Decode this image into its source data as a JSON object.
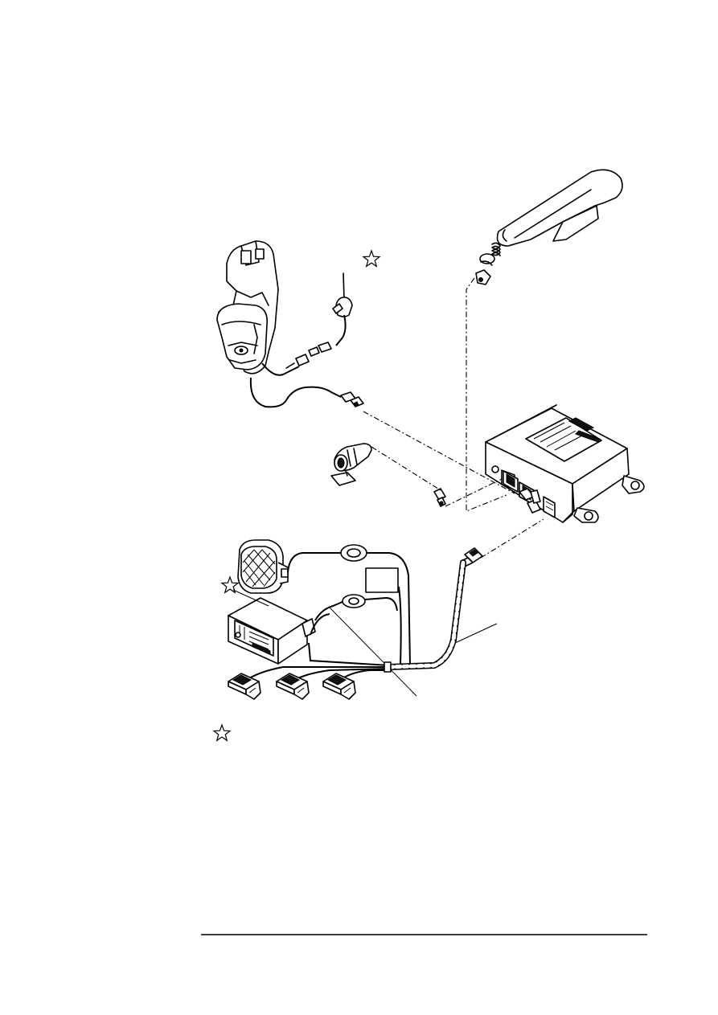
{
  "diagram": {
    "components": [
      {
        "id": "handset",
        "icon": "handset-icon"
      },
      {
        "id": "handset-cradle",
        "icon": "cradle-icon"
      },
      {
        "id": "antenna",
        "icon": "antenna-icon",
        "marked": true
      },
      {
        "id": "microphone",
        "icon": "microphone-icon"
      },
      {
        "id": "transceiver-unit",
        "icon": "control-box-icon"
      },
      {
        "id": "speaker",
        "icon": "speaker-icon"
      },
      {
        "id": "car-radio",
        "icon": "radio-icon",
        "marked": true
      },
      {
        "id": "fuse-holders",
        "icon": "fuse-icon"
      },
      {
        "id": "cable-harness",
        "icon": "cable-icon"
      }
    ],
    "legend_marker": "star-icon"
  }
}
